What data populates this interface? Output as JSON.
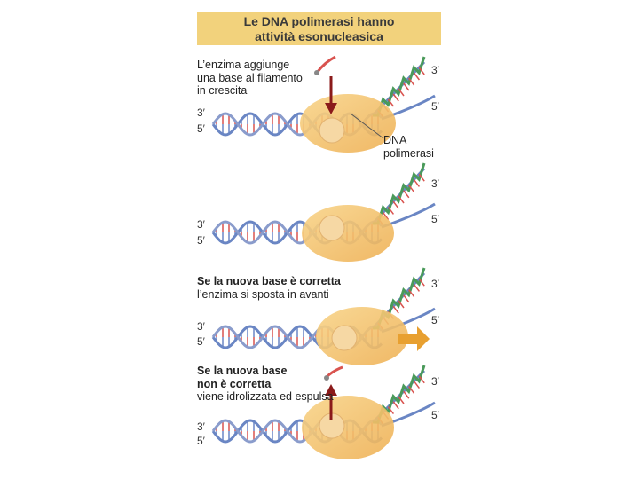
{
  "title": {
    "line1": "Le DNA polimerasi hanno",
    "line2": "attività esonucleasica"
  },
  "panel1": {
    "caption_line1": "L’enzima aggiunge",
    "caption_line2": "una base al filamento",
    "caption_line3": "in crescita",
    "enzyme_label_line1": "DNA",
    "enzyme_label_line2": "polimerasi"
  },
  "panel3": {
    "caption_bold": "Se la nuova base è corretta",
    "caption_line2": "l’enzima si sposta in avanti"
  },
  "panel4": {
    "caption_bold_line1": "Se la nuova base",
    "caption_bold_line2": "non è corretta",
    "caption_line3": "viene idrolizzata ed espulsa"
  },
  "end_labels": {
    "three_prime": "3′",
    "five_prime": "5′"
  },
  "colors": {
    "title_bg": "#f2d27c",
    "enzyme": "#f5c26b",
    "strand_blue": "#6a86c4",
    "strand_red": "#d9534f",
    "strand_green": "#4a9a5a",
    "arrow_red": "#8b1a1a",
    "arrow_orange": "#e8a030"
  }
}
